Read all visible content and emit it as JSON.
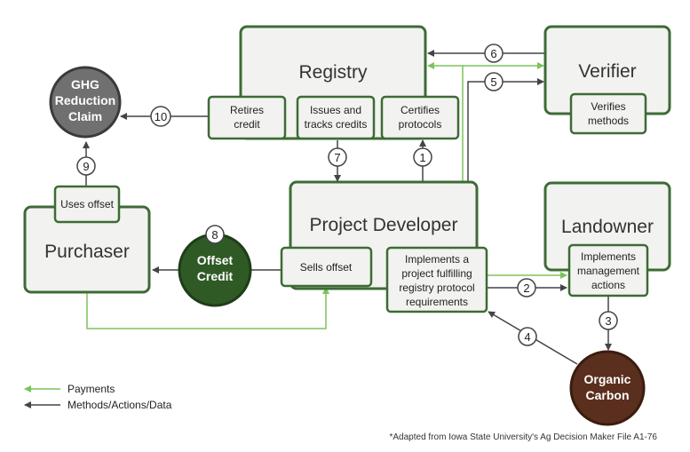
{
  "nodes": {
    "registry": "Registry",
    "verifier": "Verifier",
    "project_developer": "Project Developer",
    "landowner": "Landowner",
    "purchaser": "Purchaser",
    "ghg_claim": [
      "GHG",
      "Reduction",
      "Claim"
    ],
    "offset_credit": [
      "Offset",
      "Credit"
    ],
    "organic_carbon": [
      "Organic",
      "Carbon"
    ]
  },
  "tabs": {
    "retires_credit": [
      "Retires",
      "credit"
    ],
    "issues_tracks": [
      "Issues and",
      "tracks credits"
    ],
    "certifies": [
      "Certifies",
      "protocols"
    ],
    "verifies": [
      "Verifies",
      "methods"
    ],
    "sells_offset": "Sells offset",
    "implements_project": [
      "Implements a",
      "project fulfilling",
      "registry protocol",
      "requirements"
    ],
    "implements_mgmt": [
      "Implements",
      "management",
      "actions"
    ],
    "uses_offset": "Uses offset"
  },
  "steps": [
    "1",
    "2",
    "3",
    "4",
    "5",
    "6",
    "7",
    "8",
    "9",
    "10"
  ],
  "legend": {
    "payments": "Payments",
    "methods": "Methods/Actions/Data"
  },
  "footnote": "*Adapted from Iowa State University's Ag Decision Maker File A1-76",
  "colors": {
    "box_border": "#3d6b35",
    "box_fill": "#f2f2f0",
    "payment_green": "#7cc45a",
    "arrow_dark": "#444444",
    "ghg_gray": "#707070",
    "offset_green": "#2f5a26",
    "carbon_brown": "#5a2f1d"
  }
}
